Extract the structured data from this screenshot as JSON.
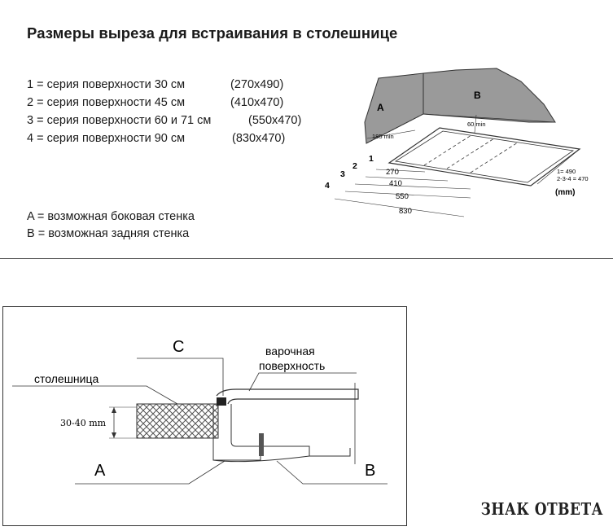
{
  "title": "Размеры выреза для встраивания в столешнице",
  "series": [
    {
      "label": "1 = серия поверхности 30 см",
      "dims": "(270x490)"
    },
    {
      "label": "2 = серия поверхности 45 см",
      "dims": "(410x470)"
    },
    {
      "label": "3 = серия поверхности 60 и 71 см",
      "dims": "(550x470)"
    },
    {
      "label": "4 = серия поверхности 90 см",
      "dims": "(830x470)"
    }
  ],
  "walls": {
    "a": "A = возможная боковая стенка",
    "b": "B = возможная задняя стенка"
  },
  "cutout": {
    "label_a": "A",
    "label_b": "B",
    "side_gap": "185 min",
    "back_gap": "60 min",
    "nums": [
      "1",
      "2",
      "3",
      "4"
    ],
    "widths": [
      "270",
      "410",
      "550",
      "830"
    ],
    "depth_1": "1= 490",
    "depth_234": "2-3-4 = 470",
    "unit": "(mm)"
  },
  "section": {
    "label_c": "C",
    "hob_line1": "варочная",
    "hob_line2": "поверхность",
    "countertop": "столешница",
    "thickness": "30-40 mm",
    "label_a": "A",
    "label_b": "B"
  },
  "watermark": "ЗНАК ОТВЕТА",
  "colors": {
    "wall_fill": "#9a9a9a",
    "hatch": "#cfcfcf",
    "seal": "#222222"
  }
}
